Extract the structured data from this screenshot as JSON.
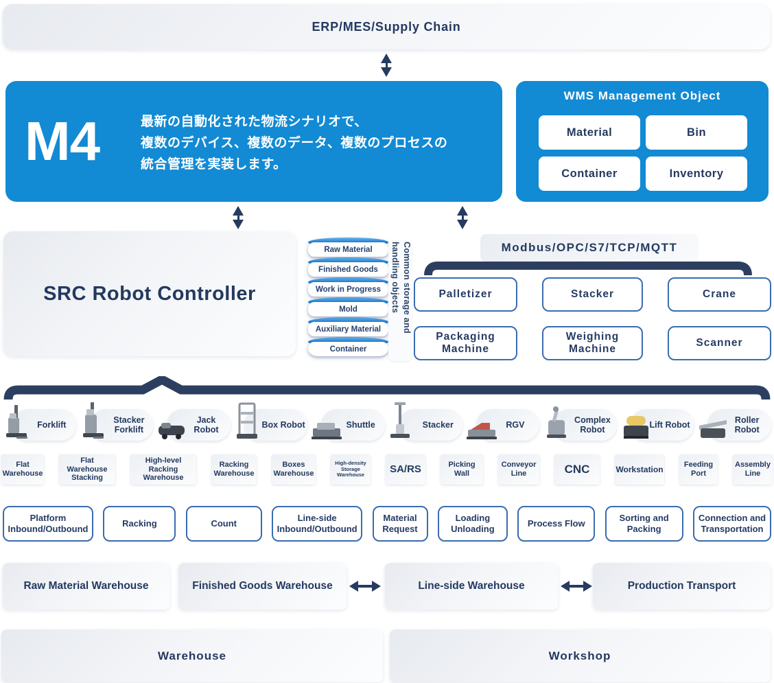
{
  "colors": {
    "brand_blue": "#128ad4",
    "navy_text": "#24395f",
    "bracket_navy": "#2d3f60",
    "box_border_blue": "#3a6cb0",
    "cylinder_blue": "#1b78cb",
    "lift_accent_yellow": "#e7c766",
    "rgv_accent_red": "#c0564a"
  },
  "top_bar": {
    "label": "ERP/MES/Supply Chain"
  },
  "m4": {
    "title": "M4",
    "desc_lines": [
      "最新の自動化された物流シナリオで、",
      "複数のデバイス、複数のデータ、複数のプロセスの",
      "統合管理を実装します。"
    ]
  },
  "wms": {
    "title": "WMS Management Object",
    "items": [
      "Material",
      "Bin",
      "Container",
      "Inventory"
    ]
  },
  "src_controller": {
    "label": "SRC Robot Controller"
  },
  "storage_stack": {
    "caption": "Common storage and handling objects",
    "items": [
      "Raw Material",
      "Finished Goods",
      "Work in Progress",
      "Mold",
      "Auxiliary Material",
      "Container"
    ]
  },
  "protocols": {
    "label": "Modbus/OPC/S7/TCP/MQTT",
    "devices": [
      "Palletizer",
      "Stacker",
      "Crane",
      "Packaging Machine",
      "Weighing Machine",
      "Scanner"
    ]
  },
  "robots": [
    {
      "label": "Forklift",
      "icon": "forklift-icon"
    },
    {
      "label": "Stacker Forklift",
      "icon": "stacker-forklift-icon"
    },
    {
      "label": "Jack Robot",
      "icon": "jack-robot-icon"
    },
    {
      "label": "Box Robot",
      "icon": "box-robot-icon"
    },
    {
      "label": "Shuttle",
      "icon": "shuttle-icon"
    },
    {
      "label": "Stacker",
      "icon": "stacker-icon"
    },
    {
      "label": "RGV",
      "icon": "rgv-icon"
    },
    {
      "label": "Complex Robot",
      "icon": "complex-robot-icon"
    },
    {
      "label": "Lift Robot",
      "icon": "lift-robot-icon"
    },
    {
      "label": "Roller Robot",
      "icon": "roller-robot-icon"
    }
  ],
  "facilities": [
    "Flat Warehouse",
    "Flat Warehouse Stacking",
    "High-level Racking Warehouse",
    "Racking Warehouse",
    "Boxes Warehouse",
    "High-density Storage Warehouse",
    "SA/RS",
    "Picking Wall",
    "Conveyor Line",
    "CNC",
    "Workstation",
    "Feeding Port",
    "Assembly Line"
  ],
  "processes": [
    "Platform Inbound/Outbound",
    "Racking",
    "Count",
    "Line-side Inbound/Outbound",
    "Material Request",
    "Loading Unloading",
    "Process Flow",
    "Sorting and Packing",
    "Connection and Transportation"
  ],
  "warehouse_flow": {
    "nodes": [
      "Raw Material Warehouse",
      "Finished Goods Warehouse",
      "Line-side Warehouse",
      "Production Transport"
    ]
  },
  "zones": [
    "Warehouse",
    "Workshop"
  ]
}
